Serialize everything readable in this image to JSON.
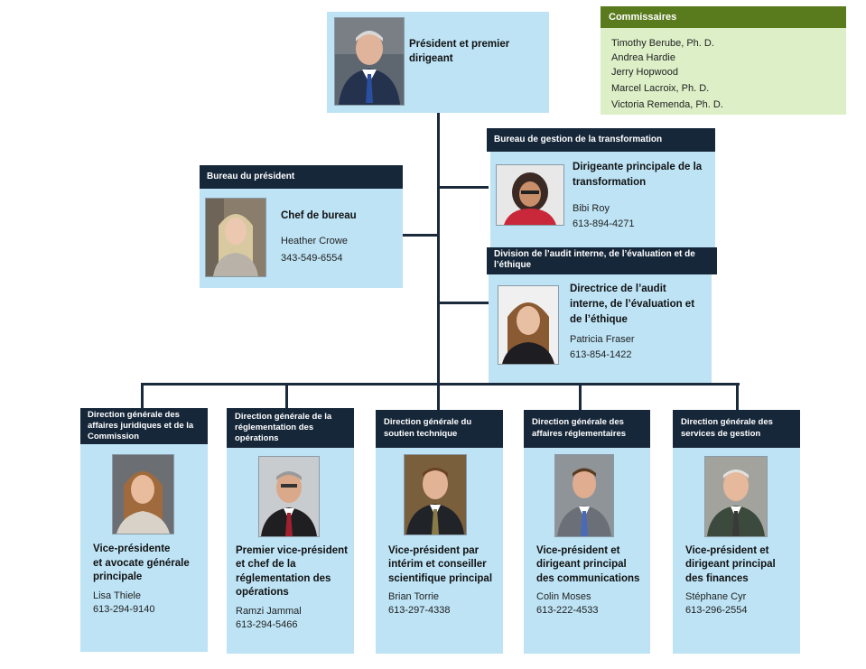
{
  "commissioners": {
    "title": "Commissaires",
    "members": [
      "Timothy Berube, Ph. D.",
      "Andrea Hardie",
      "Jerry Hopwood",
      "Marcel Lacroix, Ph. D.",
      "Victoria Remenda, Ph. D."
    ]
  },
  "president": {
    "title_line1": "Président et premier",
    "title_line2": "dirigeant"
  },
  "president_office": {
    "header": "Bureau du président",
    "role": "Chef de bureau",
    "name": "Heather Crowe",
    "phone": "343-549-6554"
  },
  "transformation": {
    "header": "Bureau de gestion de la transformation",
    "role_line1": "Dirigeante principale de la",
    "role_line2": "transformation",
    "name": "Bibi Roy",
    "phone": "613-894-4271"
  },
  "audit": {
    "header_line1": "Division de l’audit interne, de l’évaluation et de",
    "header_line2": "l’éthique",
    "role_line1": "Directrice de l’audit",
    "role_line2": "interne, de l’évaluation et",
    "role_line3": "de l’éthique",
    "name": "Patricia Fraser",
    "phone": "613-854-1422"
  },
  "directorates": [
    {
      "header": [
        "Direction générale des",
        "affaires juridiques et de la",
        "Commission"
      ],
      "role": [
        "Vice-présidente",
        "et avocate générale",
        "principale"
      ],
      "name": "Lisa Thiele",
      "phone": "613-294-9140"
    },
    {
      "header": [
        "Direction générale de la",
        "réglementation des",
        "opérations"
      ],
      "role": [
        "Premier vice-président",
        "et chef de la",
        "réglementation des",
        "opérations"
      ],
      "name": "Ramzi Jammal",
      "phone": "613-294-5466"
    },
    {
      "header": [
        "Direction générale du",
        "soutien technique"
      ],
      "role": [
        "Vice-président par",
        "intérim et conseiller",
        "scientifique principal"
      ],
      "name": "Brian Torrie",
      "phone": "613-297-4338"
    },
    {
      "header": [
        "Direction générale des",
        "affaires réglementaires"
      ],
      "role": [
        "Vice-président et",
        "dirigeant principal",
        "des communications"
      ],
      "name": "Colin Moses",
      "phone": "613-222-4533"
    },
    {
      "header": [
        "Direction générale des",
        "services de gestion"
      ],
      "role": [
        "Vice-président et",
        "dirigeant principal",
        "des finances"
      ],
      "name": "Stéphane Cyr",
      "phone": "613-296-2554"
    }
  ],
  "colors": {
    "header_navy": "#17273a",
    "box_blue": "#bde3f5",
    "commission_green": "#5a7a1e",
    "commission_light": "#dcefc7"
  }
}
